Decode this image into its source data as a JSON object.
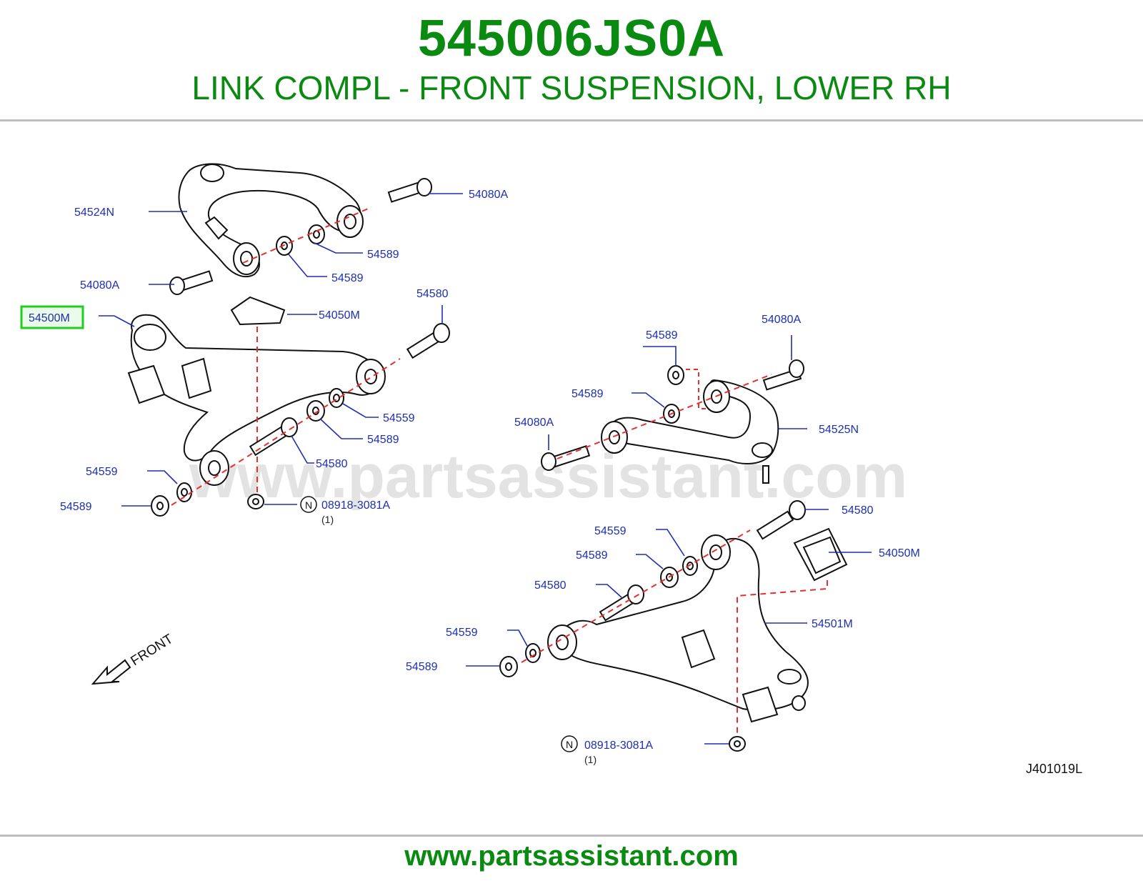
{
  "header": {
    "part_number": "545006JS0A",
    "description": "LINK COMPL - FRONT SUSPENSION, LOWER RH"
  },
  "diagram": {
    "watermark": "www.partsassistant.com",
    "code": "J401019L",
    "front_label": "FRONT",
    "highlighted_part": "54500M",
    "callouts": {
      "c1": "54524N",
      "c2": "54080A",
      "c3": "54589",
      "c4": "54589",
      "c5": "54080A",
      "c6": "54500M",
      "c7": "54050M",
      "c8": "54580",
      "c9": "54559",
      "c10": "54589",
      "c11": "54580",
      "c12": "54559",
      "c13": "54589",
      "c14": "08918-3081A",
      "c15": "54589",
      "c16": "54080A",
      "c17": "54589",
      "c18": "54080A",
      "c19": "54525N",
      "c20": "54580",
      "c21": "54559",
      "c22": "54050M",
      "c23": "54589",
      "c24": "54580",
      "c25": "54501M",
      "c26": "54559",
      "c27": "54589",
      "c28": "08918-3081A"
    },
    "n_symbol": "N",
    "quantity_note": "(1)"
  },
  "footer": {
    "url": "www.partsassistant.com"
  },
  "colors": {
    "brand_green": "#0b8a12",
    "callout_blue": "#1e2fb0",
    "dashed_red": "#e53030",
    "highlight_green": "#22cc22"
  }
}
